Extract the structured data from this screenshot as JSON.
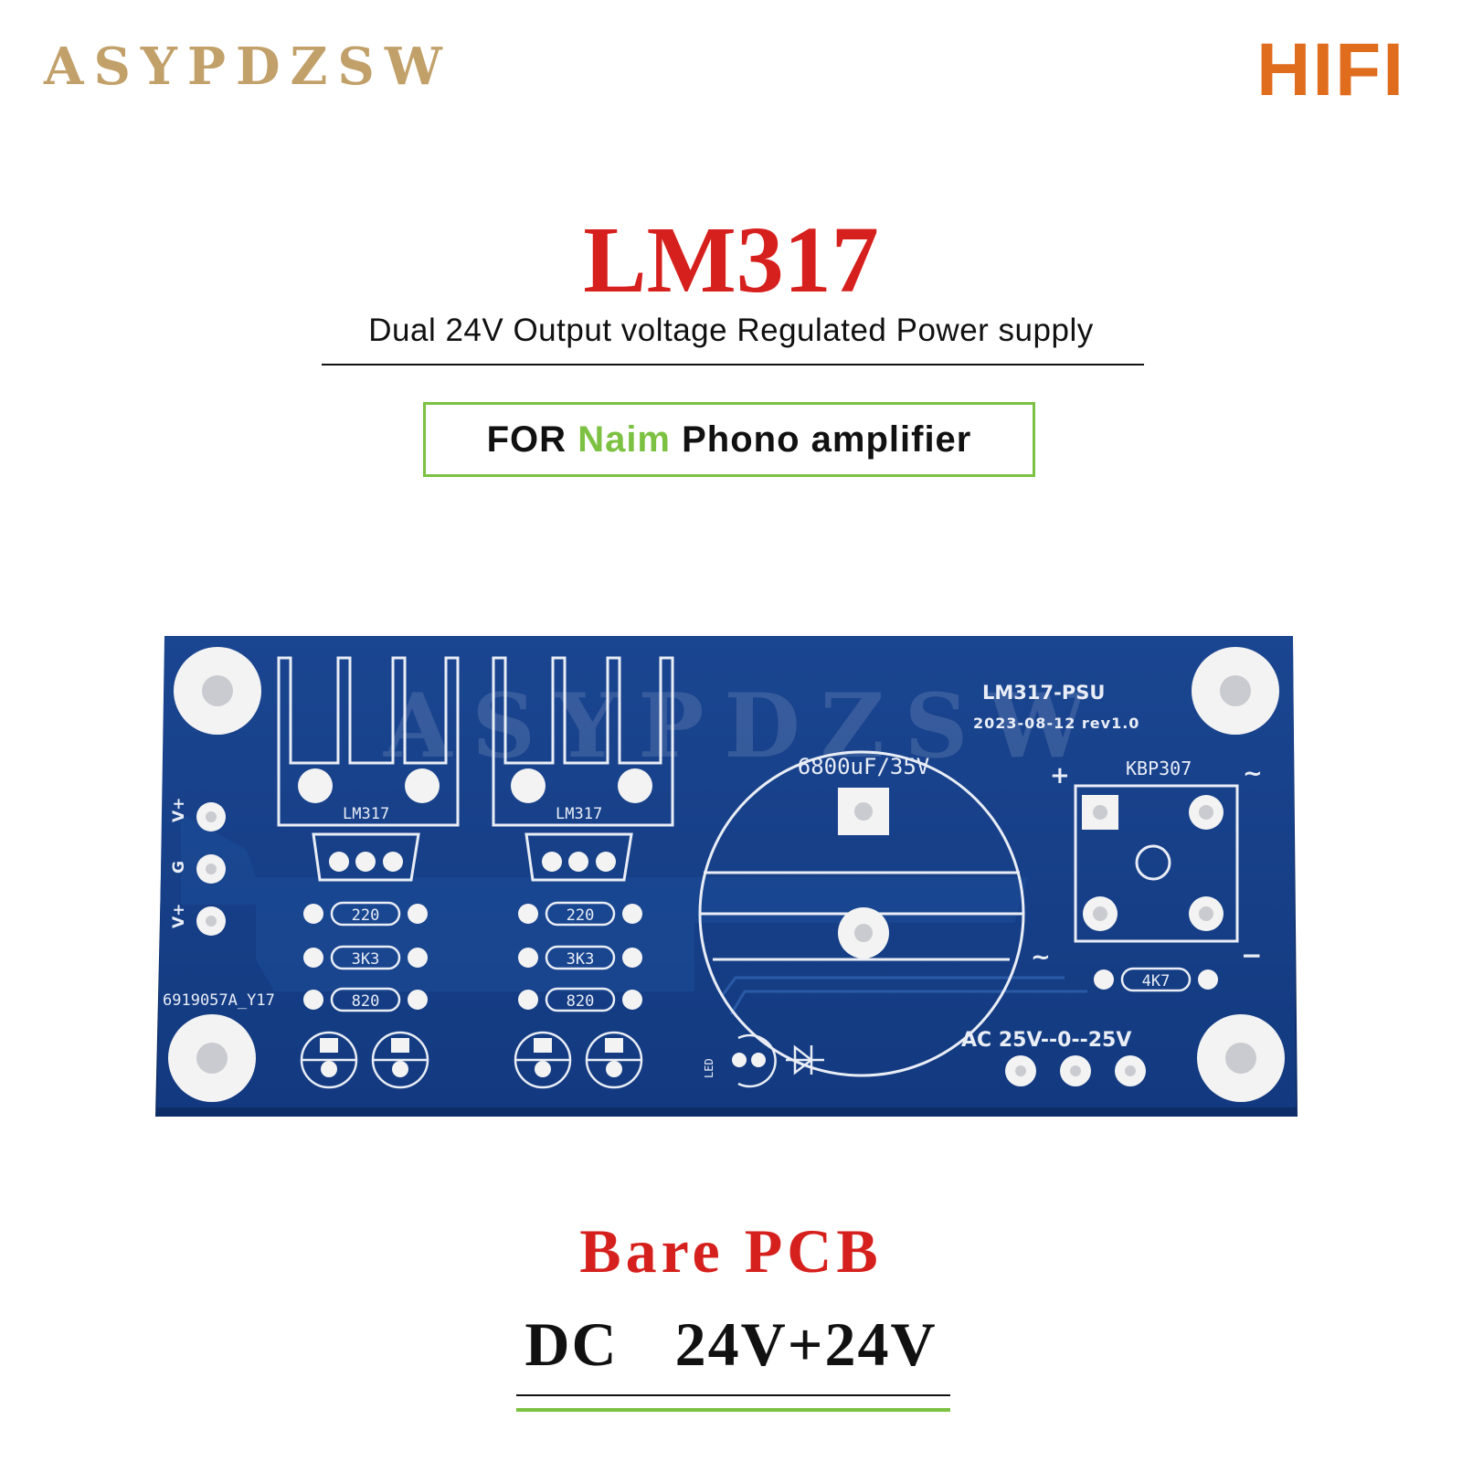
{
  "header": {
    "brand": "ASYPDZSW",
    "tag": "HIFI"
  },
  "product": {
    "title": "LM317",
    "subtitle": "Dual 24V Output voltage Regulated Power supply",
    "for_prefix": "FOR",
    "for_brand": "Naim",
    "for_suffix": "Phono amplifier"
  },
  "pcb": {
    "watermark": "ASYPDZSW",
    "board_name": "LM317-PSU",
    "board_rev": "2023-08-12 rev1.0",
    "regulator_left": "LM317",
    "regulator_right": "LM317",
    "capacitor": "6800uF/35V",
    "bridge": "KBP307",
    "plus": "+",
    "minus": "−",
    "tilde": "~",
    "out_pins": [
      "V+",
      "G",
      "V+"
    ],
    "resistors_left": [
      "220",
      "3K3",
      "820"
    ],
    "resistors_right": [
      "220",
      "3K3",
      "820"
    ],
    "resistor_bridge": "4K7",
    "serial": "6919057A_Y17",
    "led": "LED",
    "ac_label": "AC 25V--0--25V"
  },
  "footer": {
    "type": "Bare PCB",
    "voltage": "DC  24V+24V"
  },
  "colors": {
    "brand": "#c2a06a",
    "hifi": "#e06c1e",
    "title": "#d6201d",
    "accent": "#7cc142",
    "board": "#163d86"
  }
}
